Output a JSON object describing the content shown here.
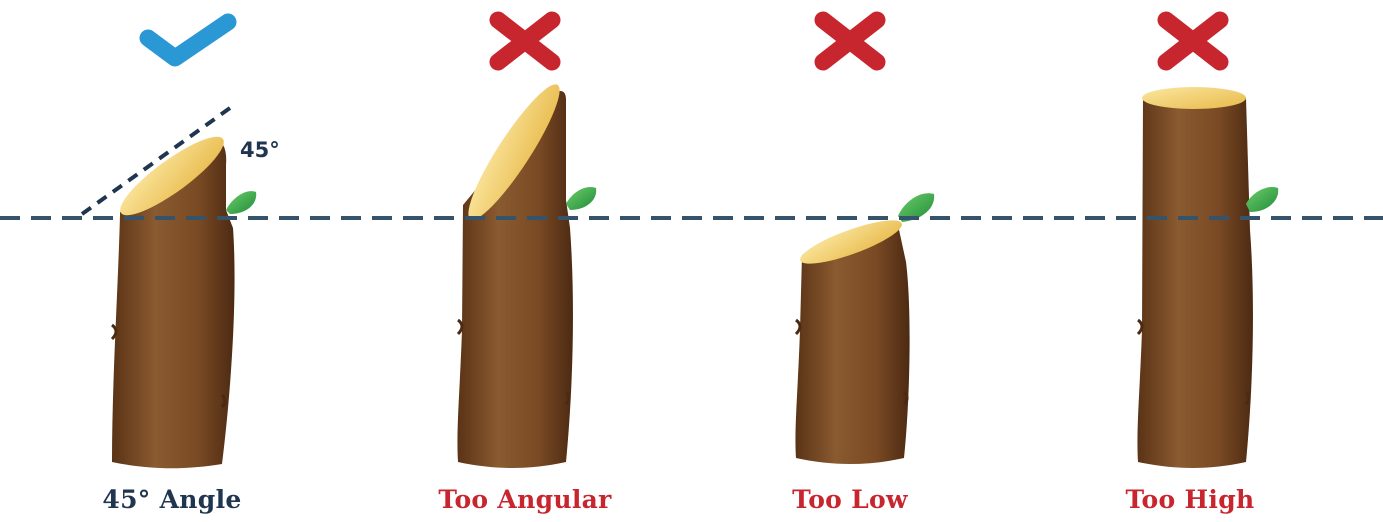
{
  "diagram": {
    "angle_annotation": "45°",
    "reference_line": "dashed horizontal line at bud level",
    "examples": [
      {
        "caption": "45° Angle",
        "verdict": "correct",
        "mark_icon": "check-icon",
        "mark_color": "#2a98d4"
      },
      {
        "caption": "Too Angular",
        "verdict": "incorrect",
        "mark_icon": "cross-icon",
        "mark_color": "#c8262f"
      },
      {
        "caption": "Too Low",
        "verdict": "incorrect",
        "mark_icon": "cross-icon",
        "mark_color": "#c8262f"
      },
      {
        "caption": "Too High",
        "verdict": "incorrect",
        "mark_icon": "cross-icon",
        "mark_color": "#c8262f"
      }
    ],
    "colors": {
      "correct_caption": "#1f3550",
      "incorrect_caption": "#c8262f",
      "dashed_line": "#35536a",
      "bark": "#7a4a24",
      "cut_surface": "#f6d77a",
      "bud": "#3cae4a"
    }
  }
}
